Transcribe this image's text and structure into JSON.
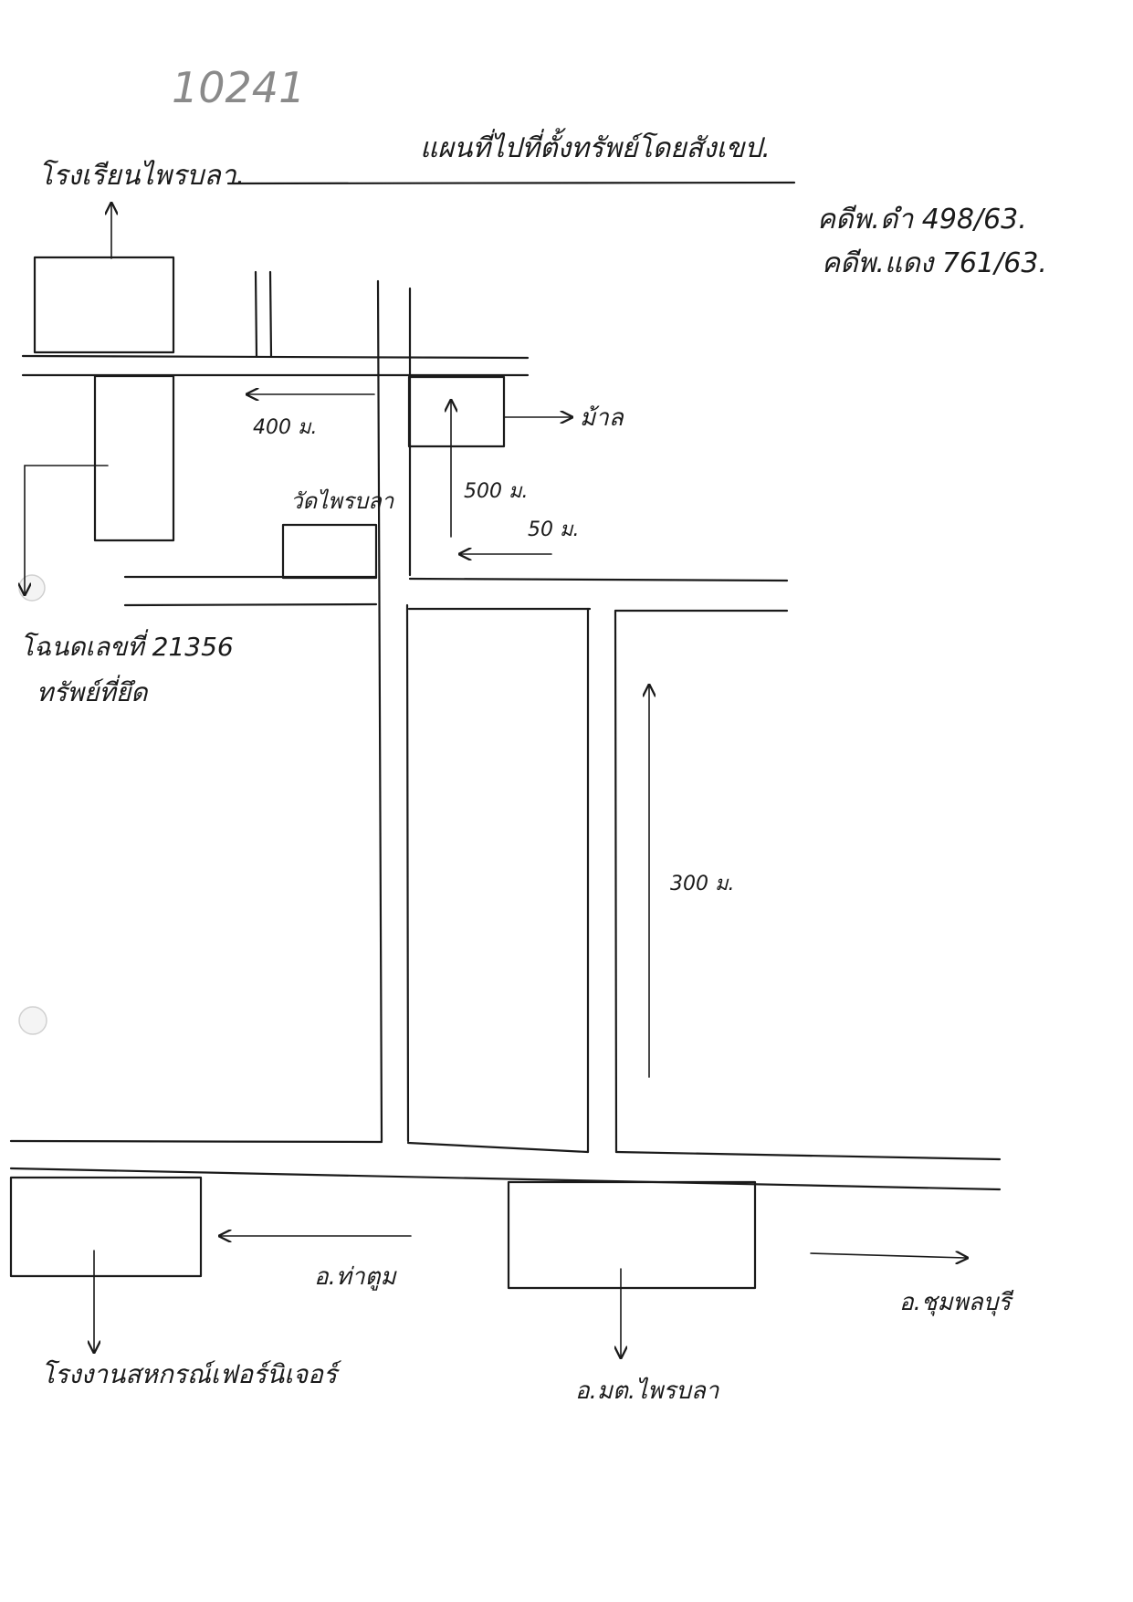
{
  "doc_number": "10241",
  "title": "แผนที่ไปที่ตั้งทรัพย์โดยสังเขป.",
  "case": {
    "black_case": "คดีพ.ดำ 498/63.",
    "red_case": "คดีพ.แดง 761/63."
  },
  "labels": {
    "school": "โรงเรียนไพรบลา.",
    "temple": "วัดไพรบลา",
    "market": "ม้าล",
    "title_deed_line1": "โฉนดเลขที่ 21356",
    "title_deed_line2": "ทรัพย์ที่ยึด",
    "factory": "โรงงานสหกรณ์เฟอร์นิเจอร์",
    "district_left": "อ.ท่าตูม",
    "district_right": "อ.ชุมพลบุรี",
    "district_center": "อ.มต.ไพรบลา"
  },
  "distances": {
    "d400": "400 ม.",
    "d500": "500 ม.",
    "d50": "50 ม.",
    "d300": "300 ม."
  }
}
